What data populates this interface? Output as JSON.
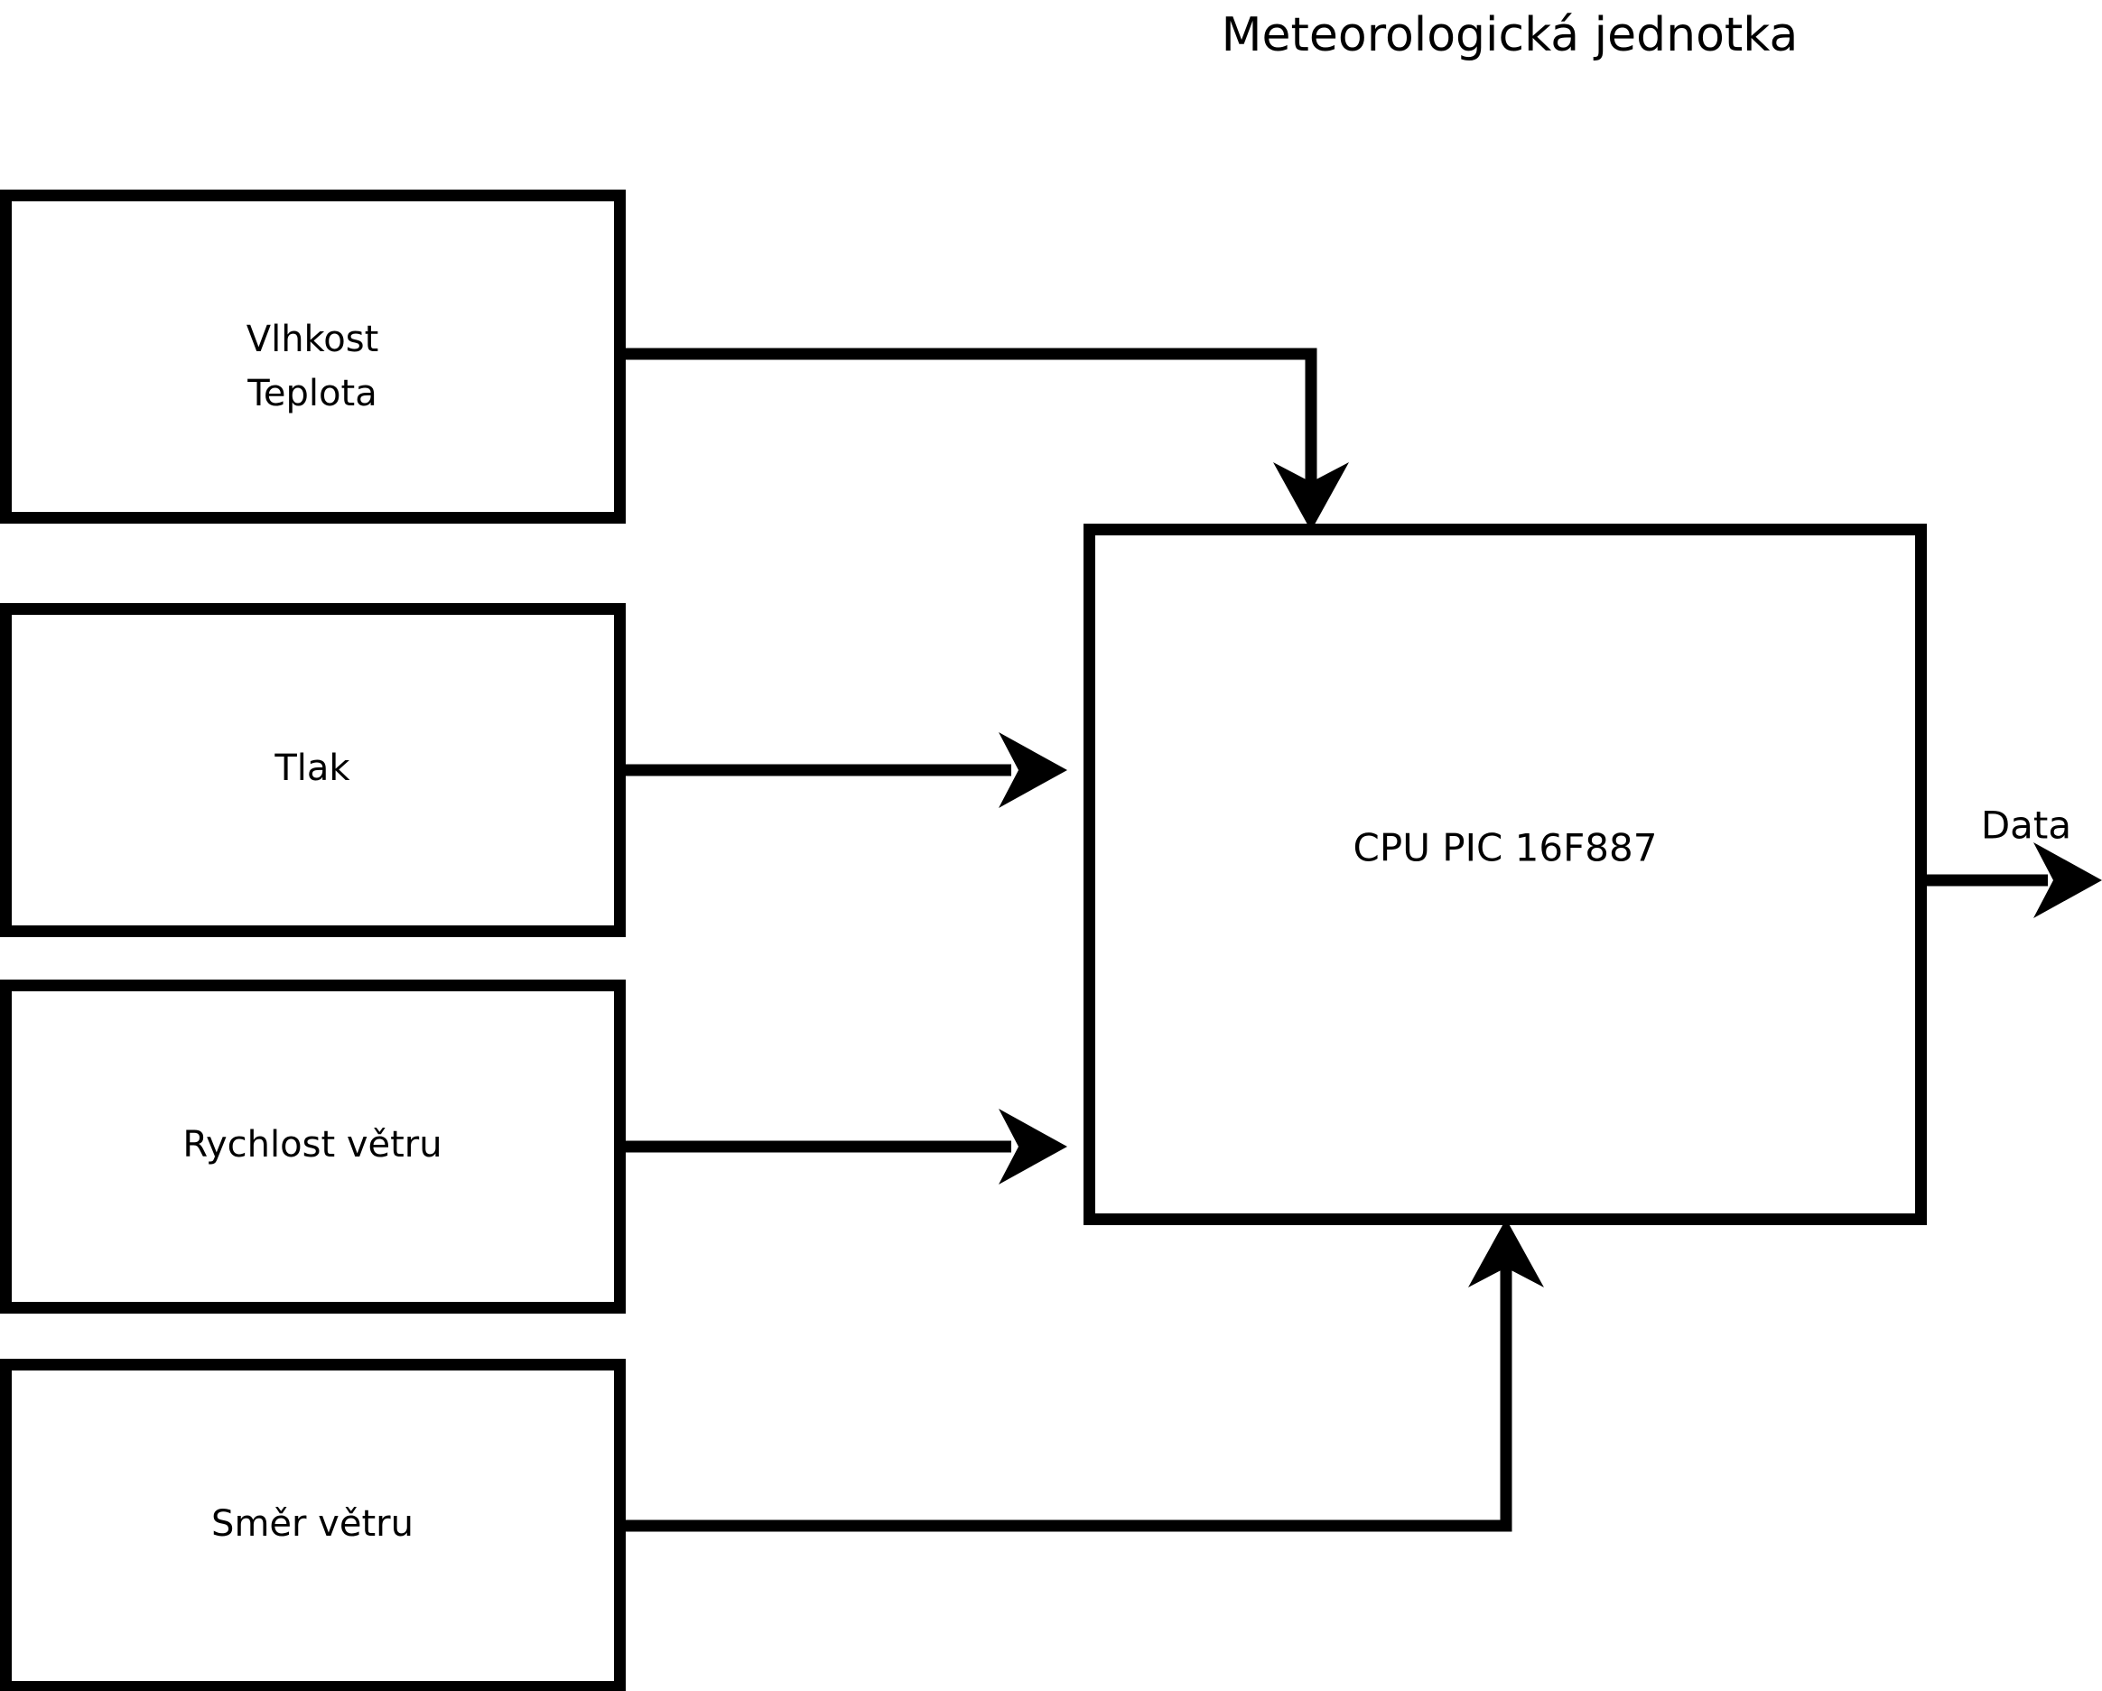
{
  "title": "Meteorologická jednotka",
  "blocks": [
    {
      "id": "humidity-temperature",
      "line1": "Vlhkost",
      "line2": "Teplota"
    },
    {
      "id": "pressure",
      "line1": "Tlak",
      "line2": ""
    },
    {
      "id": "wind-speed",
      "line1": "Rychlost větru",
      "line2": ""
    },
    {
      "id": "wind-direction",
      "line1": "Směr větru",
      "line2": ""
    }
  ],
  "cpu": {
    "label": "CPU PIC 16F887"
  },
  "output": {
    "label": "Data"
  },
  "colors": {
    "stroke": "#000000",
    "fill": "#ffffff",
    "background": "#ffffff"
  },
  "connections": [
    {
      "from": "humidity-temperature",
      "to": "cpu",
      "style": "elbow-down-arrow"
    },
    {
      "from": "pressure",
      "to": "cpu",
      "style": "straight-right-arrow"
    },
    {
      "from": "wind-speed",
      "to": "cpu",
      "style": "straight-right-arrow"
    },
    {
      "from": "wind-direction",
      "to": "cpu",
      "style": "elbow-up-arrow"
    },
    {
      "from": "cpu",
      "to": "output",
      "style": "straight-right-arrow"
    }
  ]
}
